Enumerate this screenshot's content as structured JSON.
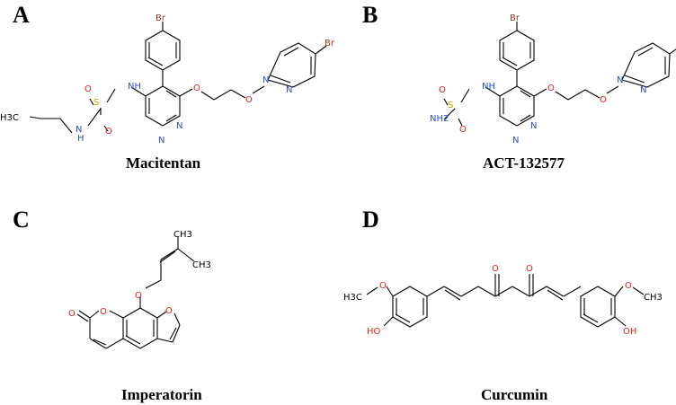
{
  "panels": {
    "a": {
      "letter": "A",
      "name": "Macitentan"
    },
    "b": {
      "letter": "B",
      "name": "ACT-132577"
    },
    "c": {
      "letter": "C",
      "name": "Imperatorin"
    },
    "d": {
      "letter": "D",
      "name": "Curcumin"
    }
  },
  "atoms": {
    "br": "Br",
    "n": "N",
    "o": "O",
    "s": "S",
    "nh": "NH",
    "hn": "H",
    "nh2": "NH2",
    "h3c": "H3C",
    "ch3": "CH3",
    "ho": "HO",
    "oh": "OH"
  },
  "colors": {
    "nitrogen": "#2b4bd6",
    "oxygen": "#e01e1e",
    "sulfur": "#c8a400",
    "bromine": "#8a3b1a",
    "carbon": "#000000"
  }
}
